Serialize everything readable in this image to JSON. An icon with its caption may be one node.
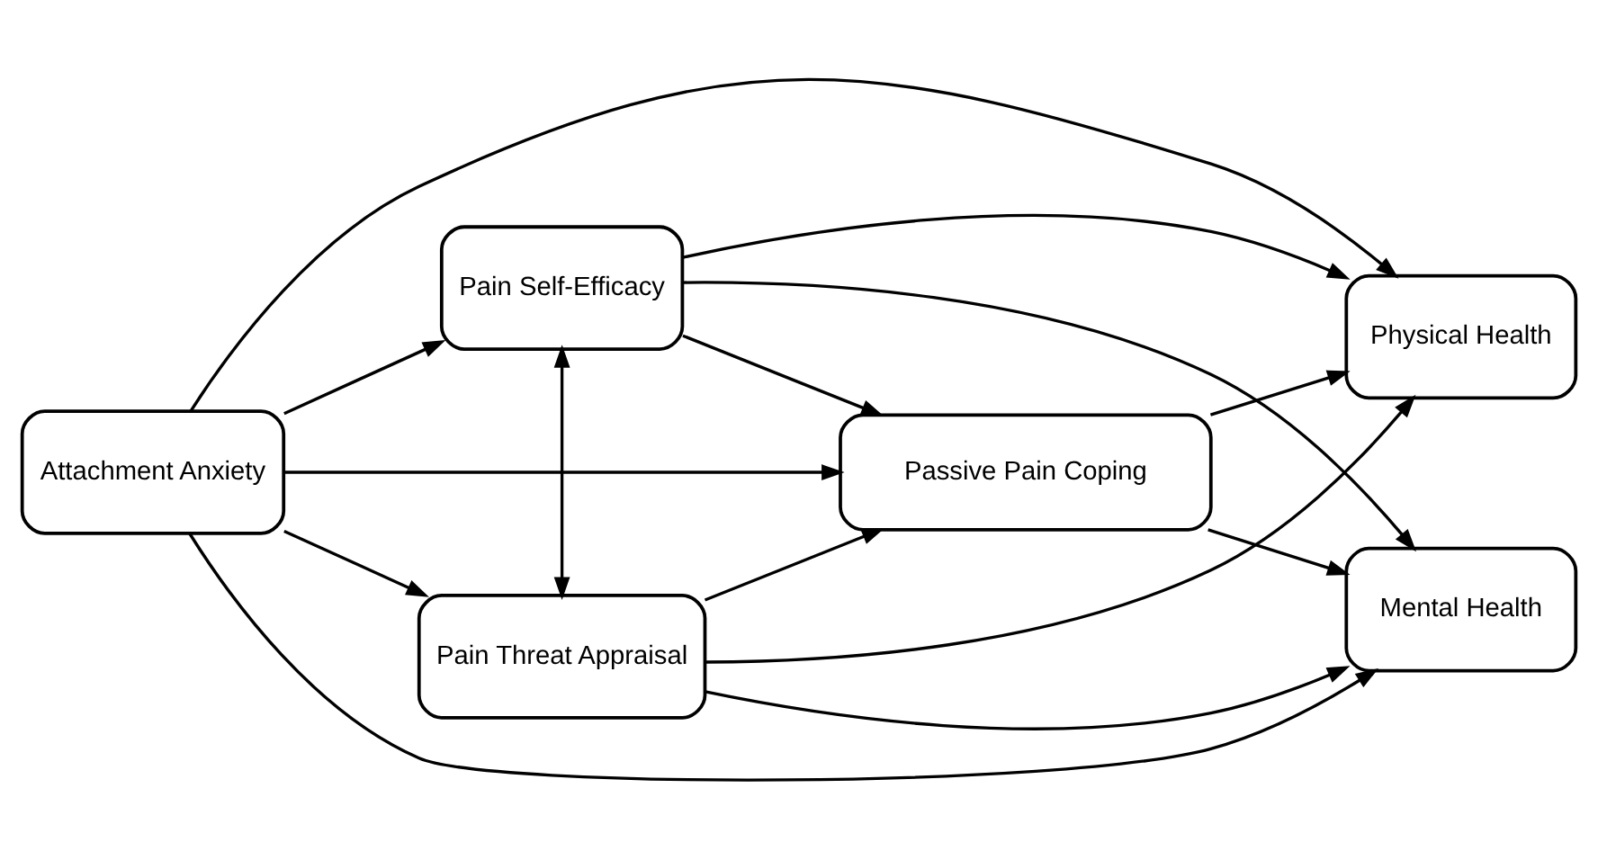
{
  "diagram": {
    "nodes": [
      {
        "text": [
          "Attachment Anxiety"
        ]
      },
      {
        "text": [
          "Pain Threat Appraisal"
        ]
      },
      {
        "text": [
          "Pain Self-Efficacy"
        ]
      },
      {
        "text": [
          "Passive Pain Coping"
        ]
      },
      {
        "text": [
          "Physical Health"
        ]
      },
      {
        "text": [
          "Mental Health"
        ]
      }
    ],
    "edges": [
      {
        "from": 0,
        "to": 4,
        "arrow": "to"
      },
      {
        "from": 0,
        "to": 1,
        "arrow": "to"
      },
      {
        "from": 0,
        "to": 3,
        "arrow": "to"
      },
      {
        "from": 0,
        "to": 2,
        "arrow": "to"
      },
      {
        "from": 0,
        "to": 5,
        "arrow": "to"
      },
      {
        "from": 1,
        "to": 2,
        "arrow": "both"
      },
      {
        "from": 1,
        "to": 4,
        "arrow": "to"
      },
      {
        "from": 1,
        "to": 3,
        "arrow": "to"
      },
      {
        "from": 1,
        "to": 5,
        "arrow": "to"
      },
      {
        "from": 2,
        "to": 3,
        "arrow": "to"
      },
      {
        "from": 2,
        "to": 4,
        "arrow": "to"
      },
      {
        "from": 2,
        "to": 5,
        "arrow": "to"
      },
      {
        "from": 3,
        "to": 4,
        "arrow": "to"
      },
      {
        "from": 3,
        "to": 5,
        "arrow": "to"
      }
    ]
  }
}
